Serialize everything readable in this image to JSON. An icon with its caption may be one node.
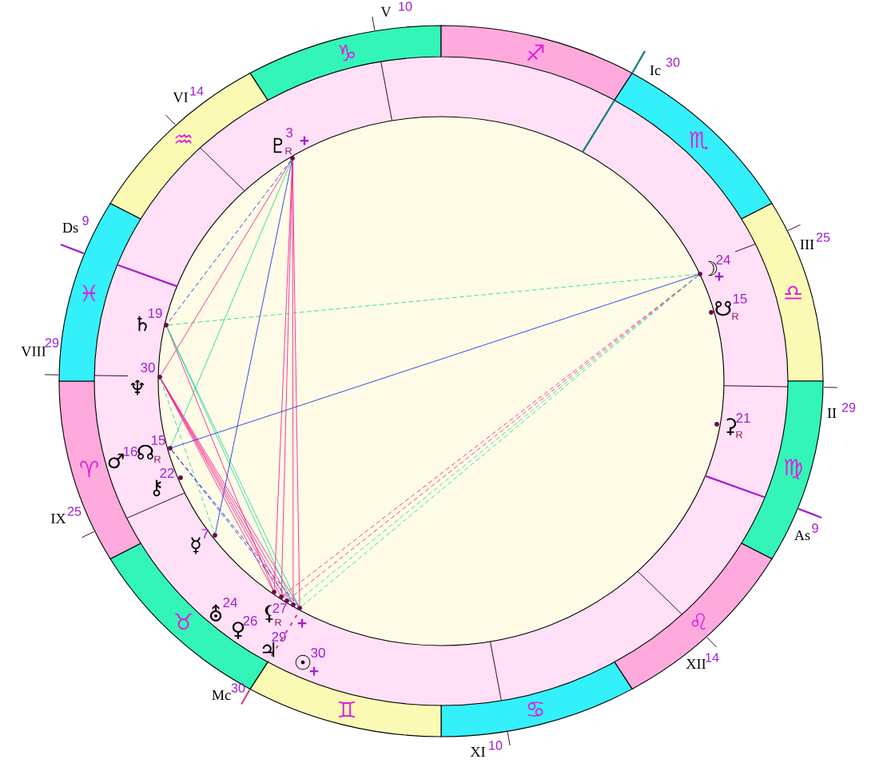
{
  "diagram": {
    "nodes": [
      {
        "text": [
          "♑"
        ]
      },
      {
        "text": [
          "♐"
        ]
      },
      {
        "text": [
          "♏"
        ]
      },
      {
        "text": [
          "♎"
        ]
      },
      {
        "text": [
          "♍"
        ]
      },
      {
        "text": [
          "♌"
        ]
      },
      {
        "text": [
          "♋"
        ]
      },
      {
        "text": [
          "♊"
        ]
      },
      {
        "text": [
          "♉"
        ]
      },
      {
        "text": [
          "♈"
        ]
      },
      {
        "text": [
          "♓"
        ]
      },
      {
        "text": [
          "♒"
        ]
      },
      {
        "text": [
          "♇"
        ],
        "beside": [
          "3",
          "R",
          "+"
        ]
      },
      {
        "text": [
          "☽"
        ],
        "beside": [
          "24",
          "+"
        ]
      },
      {
        "text": [
          "☋"
        ],
        "beside": [
          "15",
          "R"
        ]
      },
      {
        "text": [
          "♄"
        ],
        "beside": [
          "19"
        ]
      },
      {
        "text": [
          "♆"
        ],
        "beside": [
          "30"
        ]
      },
      {
        "text": [
          "⚳"
        ],
        "beside": [
          "21",
          "R"
        ]
      },
      {
        "text": [
          "♂"
        ],
        "beside": [
          "16"
        ]
      },
      {
        "text": [
          "☊"
        ],
        "beside": [
          "15",
          "R"
        ]
      },
      {
        "text": [
          "⚷"
        ],
        "beside": [
          "22"
        ]
      },
      {
        "text": [
          "☿"
        ],
        "beside": [
          "7"
        ]
      },
      {
        "text": [
          "⛢"
        ],
        "beside": [
          "24"
        ]
      },
      {
        "text": [
          "♀"
        ],
        "beside": [
          "26"
        ]
      },
      {
        "text": [
          "⚸"
        ],
        "beside": [
          "27",
          "R",
          "+"
        ]
      },
      {
        "text": [
          "♃"
        ],
        "beside": [
          "29"
        ]
      },
      {
        "text": [
          "☉"
        ],
        "beside": [
          "30",
          "+"
        ]
      }
    ],
    "edges": [
      {
        "from": 12,
        "to": 16,
        "arrow": "none"
      },
      {
        "from": 12,
        "to": 22,
        "arrow": "none"
      },
      {
        "from": 12,
        "to": 23,
        "arrow": "none"
      },
      {
        "from": 12,
        "to": 25,
        "arrow": "none"
      },
      {
        "from": 12,
        "to": 26,
        "arrow": "none"
      },
      {
        "from": 15,
        "to": 22,
        "arrow": "none"
      },
      {
        "from": 16,
        "to": 22,
        "arrow": "none"
      },
      {
        "from": 16,
        "to": 23,
        "arrow": "none"
      },
      {
        "from": 16,
        "to": 24,
        "arrow": "none"
      },
      {
        "from": 16,
        "to": 25,
        "arrow": "none"
      },
      {
        "from": 16,
        "to": 26,
        "arrow": "none"
      },
      {
        "from": 13,
        "to": 23,
        "arrow": "none",
        "style": "dashed"
      },
      {
        "from": 13,
        "to": 24,
        "arrow": "none",
        "style": "dashed"
      },
      {
        "from": 12,
        "to": 19,
        "arrow": "none",
        "color": "#1ed2a0"
      },
      {
        "from": 15,
        "to": 13,
        "arrow": "none",
        "style": "dashed",
        "color": "#1ed2a0"
      },
      {
        "from": 15,
        "to": 25,
        "arrow": "none",
        "color": "#1ed2a0"
      },
      {
        "from": 15,
        "to": 26,
        "arrow": "none",
        "color": "#1ed2a0"
      },
      {
        "from": 13,
        "to": 25,
        "arrow": "none",
        "style": "dashed",
        "color": "#1ed2a0"
      },
      {
        "from": 13,
        "to": 26,
        "arrow": "none",
        "style": "dashed",
        "color": "#1ed2a0"
      },
      {
        "from": 16,
        "to": 21,
        "arrow": "none",
        "style": "dashed",
        "color": "#1ed2a0"
      },
      {
        "from": 12,
        "to": 15,
        "arrow": "none",
        "style": "dashed",
        "color": "#1428e6"
      },
      {
        "from": 12,
        "to": 21,
        "arrow": "none",
        "color": "#1428e6"
      },
      {
        "from": 13,
        "to": 19,
        "arrow": "none",
        "color": "#1428e6"
      },
      {
        "from": 19,
        "to": 25,
        "arrow": "none",
        "style": "dashed",
        "color": "#1428e6"
      },
      {
        "from": 19,
        "to": 26,
        "arrow": "none",
        "style": "dashed",
        "color": "#1428e6"
      }
    ],
    "labels": [
      "V",
      "10",
      "Ic",
      "30",
      "VI",
      "14",
      "Ds",
      "9",
      "III",
      "25",
      "VIII",
      "29",
      "II",
      "29",
      "IX",
      "25",
      "As",
      "9",
      "XII",
      "14",
      "Mc",
      "30",
      "XI",
      "10"
    ]
  }
}
